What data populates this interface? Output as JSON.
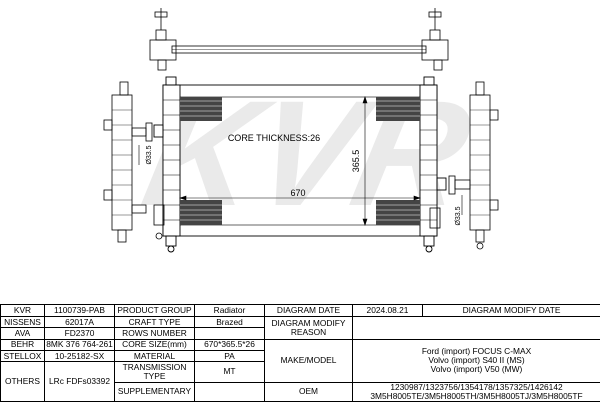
{
  "watermark": "KVR",
  "drawing": {
    "core_thickness": "CORE THICKNESS:26",
    "dim_width": "670",
    "dim_height": "365.5",
    "dim_pipe_left": "Ø33.5",
    "dim_pipe_right": "Ø33.5"
  },
  "table": {
    "r1": {
      "c1": "KVR",
      "c2": "1100739-PAB",
      "c3": "PRODUCT GROUP",
      "c4": "Radiator",
      "c5": "DIAGRAM DATE",
      "c6": "2024.08.21",
      "c7": "DIAGRAM MODIFY DATE",
      "c8": ""
    },
    "r2": {
      "c1": "NISSENS",
      "c2": "62017A",
      "c3": "CRAFT TYPE",
      "c4": "Brazed",
      "c5": "DIAGRAM MODIFY REASON",
      "c6": ""
    },
    "r3": {
      "c1": "AVA",
      "c2": "FD2370",
      "c3": "ROWS NUMBER",
      "c4": ""
    },
    "r4": {
      "c1": "BEHR",
      "c2": "8MK 376 764-261",
      "c3": "CORE SIZE(mm)",
      "c4": "670*365.5*26",
      "c5": "MAKE/MODEL",
      "c6": [
        "Ford (import) FOCUS C-MAX",
        "Volvo (import) S40 II (MS)",
        "Volvo (import) V50 (MW)"
      ]
    },
    "r5": {
      "c1": "STELLOX",
      "c2": "10-25182-SX",
      "c3": "MATERIAL",
      "c4": "PA"
    },
    "r6": {
      "c1": "OTHERS",
      "c2": "LRc FDFs03392",
      "c3": "TRANSMISSION TYPE",
      "c4": "MT",
      "c5": "OEM",
      "c6": [
        "1230987/1323756/1354178/1357325/1426142",
        "3M5H8005TE/3M5H8005TH/3M5H8005TJ/3M5H8005TF"
      ]
    },
    "r7": {
      "c3": "SUPPLEMENTARY",
      "c4": ""
    }
  }
}
